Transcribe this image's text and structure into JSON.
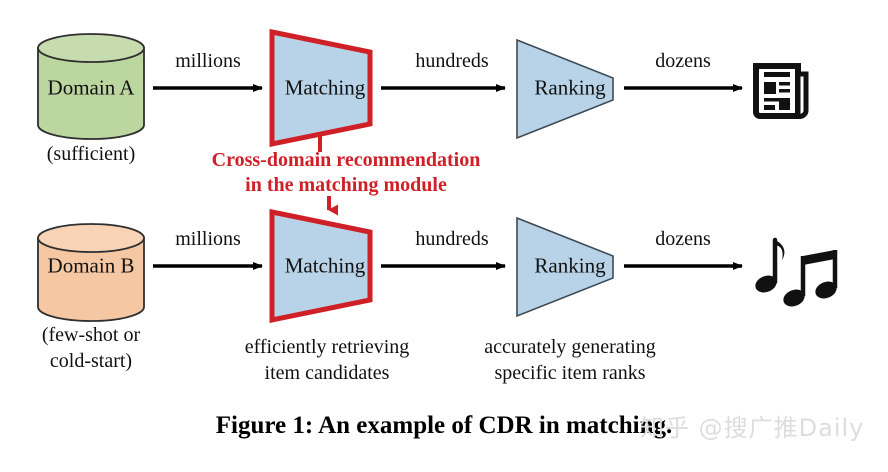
{
  "figure": {
    "caption": "Figure 1: An example of CDR in matching.",
    "watermark": "知乎 @搜广推Daily",
    "accent_red": "#cf1f27",
    "box_fill_blue": "#b8d3e8",
    "cylinder_a_fill": "#bcd6a0",
    "cylinder_b_fill": "#f5c7a3",
    "line_black": "#000000"
  },
  "rows": [
    {
      "id": "domain-a-pipeline",
      "source": {
        "name": "Domain A",
        "note": "(sufficient)",
        "fill": "#bcd6a0"
      },
      "edges": [
        {
          "label": "millions"
        },
        {
          "label": "hundreds"
        },
        {
          "label": "dozens"
        }
      ],
      "stages": [
        {
          "name": "Matching",
          "highlight": "true",
          "note": ""
        },
        {
          "name": "Ranking",
          "highlight": "false",
          "note": ""
        }
      ],
      "output": {
        "icon": "newspaper-icon"
      }
    },
    {
      "id": "domain-b-pipeline",
      "source": {
        "name": "Domain B",
        "note_line1": "(few-shot or",
        "note_line2": "cold-start)",
        "fill": "#f5c7a3"
      },
      "edges": [
        {
          "label": "millions"
        },
        {
          "label": "hundreds"
        },
        {
          "label": "dozens"
        }
      ],
      "stages": [
        {
          "name": "Matching",
          "highlight": "true",
          "note_line1": "efficiently retrieving",
          "note_line2": "item candidates"
        },
        {
          "name": "Ranking",
          "highlight": "false",
          "note_line1": "accurately generating",
          "note_line2": "specific item ranks"
        }
      ],
      "output": {
        "icon": "music-notes-icon"
      }
    }
  ],
  "annotation": {
    "line1": "Cross-domain recommendation",
    "line2": "in the matching module",
    "color": "#cf1f27"
  }
}
